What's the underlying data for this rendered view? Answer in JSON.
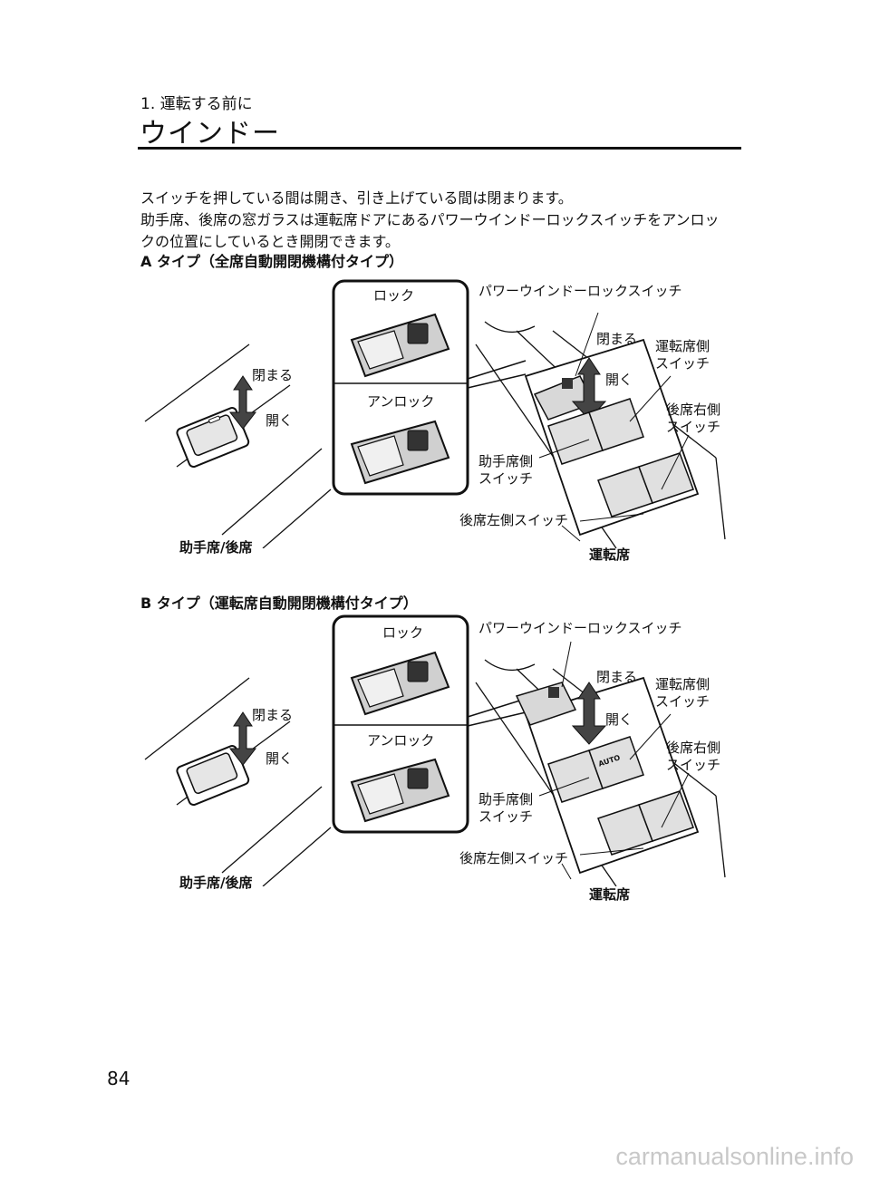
{
  "header": {
    "chapter": "1. 運転する前に",
    "title": "ウインドー"
  },
  "intro": {
    "line1": "スイッチを押している間は開き、引き上げている間は閉まります。",
    "line2": "助手席、後席の窓ガラスは運転席ドアにあるパワーウインドーロックスイッチをアンロッ",
    "line3": "クの位置にしているとき開閉できます。"
  },
  "figureA": {
    "heading": "A タイプ（全席自動開閉機構付タイプ）",
    "lock": "ロック",
    "unlock": "アンロック",
    "lock_switch": "パワーウインドーロックスイッチ",
    "close": "閉まる",
    "open": "開く",
    "close_left": "閉まる",
    "open_left": "開く",
    "driver_switch_1": "運転席側",
    "driver_switch_2": "スイッチ",
    "rear_right_1": "後席右側",
    "rear_right_2": "スイッチ",
    "passenger_1": "助手席側",
    "passenger_2": "スイッチ",
    "rear_left": "後席左側スイッチ",
    "caption_left": "助手席/後席",
    "caption_right": "運転席"
  },
  "figureB": {
    "heading": "B タイプ（運転席自動開閉機構付タイプ）",
    "lock": "ロック",
    "unlock": "アンロック",
    "lock_switch": "パワーウインドーロックスイッチ",
    "close": "閉まる",
    "open": "開く",
    "close_left": "閉まる",
    "open_left": "開く",
    "driver_switch_1": "運転席側",
    "driver_switch_2": "スイッチ",
    "rear_right_1": "後席右側",
    "rear_right_2": "スイッチ",
    "passenger_1": "助手席側",
    "passenger_2": "スイッチ",
    "rear_left": "後席左側スイッチ",
    "auto": "AUTO",
    "caption_left": "助手席/後席",
    "caption_right": "運転席"
  },
  "page_number": "84",
  "watermark": "carmanualsonline.info"
}
